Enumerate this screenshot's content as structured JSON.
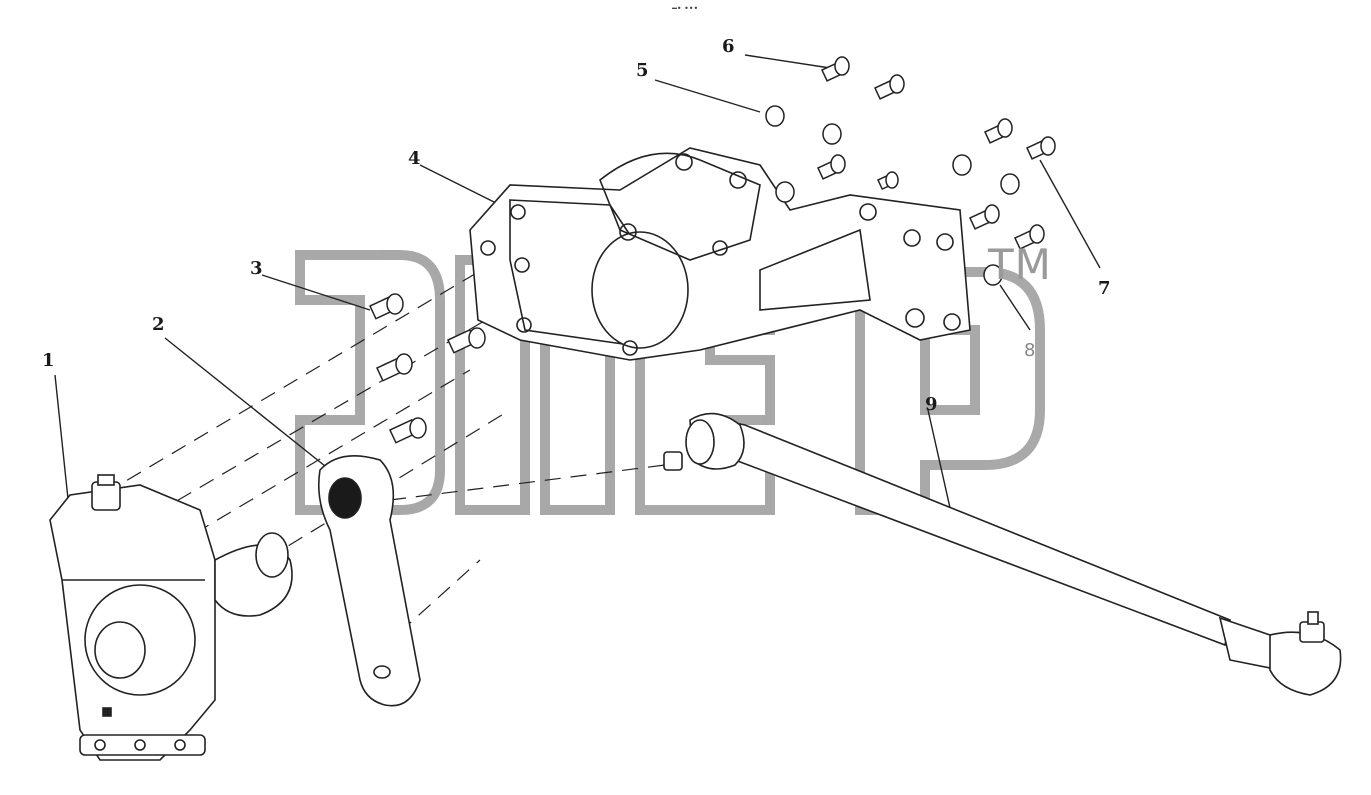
{
  "header": {
    "text": "━• •••"
  },
  "watermark": {
    "trademark": "TM",
    "outline_color": "#8c8c8c"
  },
  "labels": {
    "part1": "1",
    "part2": "2",
    "part3": "3",
    "part4": "4",
    "part5": "5",
    "part6": "6",
    "part7": "7",
    "part8": "8",
    "part9": "9"
  },
  "colors": {
    "line": "#222222",
    "watermark": "#8c8c8c",
    "seal": "#1a1a1a"
  }
}
